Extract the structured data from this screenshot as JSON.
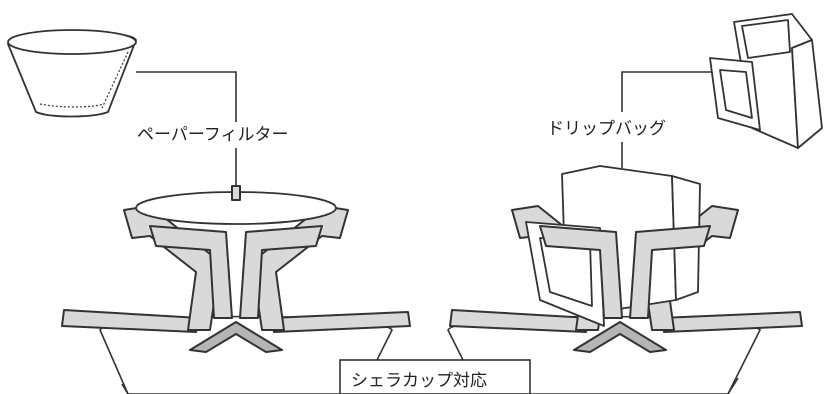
{
  "labels": {
    "paper_filter": "ペーパーフィルター",
    "drip_bag": "ドリップバッグ",
    "cup_support": "シェラカップ対応"
  }
}
